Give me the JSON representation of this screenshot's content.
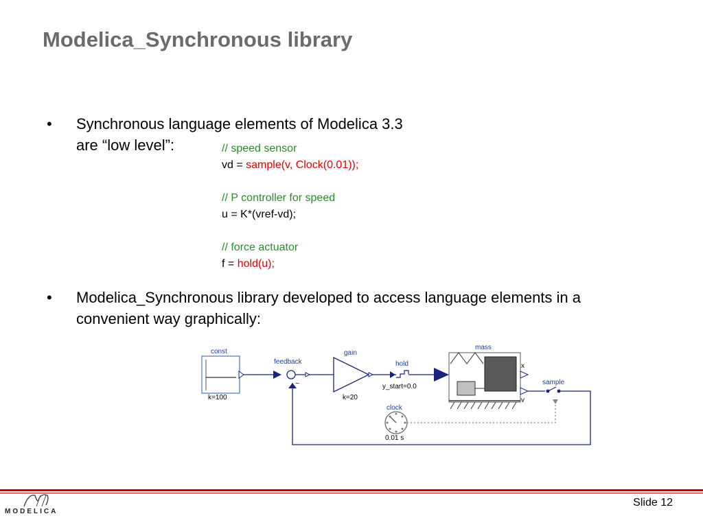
{
  "title": "Modelica_Synchronous library",
  "bullets": [
    {
      "line1": "Synchronous language elements of Modelica 3.3",
      "line2": "are “low level”:"
    },
    {
      "line1": "Modelica_Synchronous library developed to access language elements in a",
      "line2": "convenient way graphically:"
    }
  ],
  "bullet_symbol": "•",
  "code": {
    "comment1": "// speed sensor",
    "l1_prefix": "vd = ",
    "l1_call": "sample(v, Clock(0.01));",
    "comment2": "// P controller for speed",
    "l2": "u = K*(vref-vd);",
    "comment3": "// force actuator",
    "l3_prefix": "f = ",
    "l3_call": "hold(u);"
  },
  "diagram": {
    "const_label": "const",
    "const_param": "k=100",
    "feedback_label": "feedback",
    "feedback_minus": "−",
    "gain_label": "gain",
    "gain_param": "k=20",
    "hold_label": "hold",
    "hold_param": "y_start=0.0",
    "mass_label": "mass",
    "port_x": "x",
    "port_v": "v",
    "sample_label": "sample",
    "clock_label": "clock",
    "clock_param": "0.01 s"
  },
  "footer": {
    "slide": "Slide 12",
    "logo_text": "MODELICA"
  },
  "colors": {
    "title": "#6b6b6b",
    "comment": "#2a8a2a",
    "highlight": "#e00000",
    "footer_rule": "#c00000",
    "diagram_blue": "#1a237e",
    "diagram_label": "#1e3c96"
  }
}
